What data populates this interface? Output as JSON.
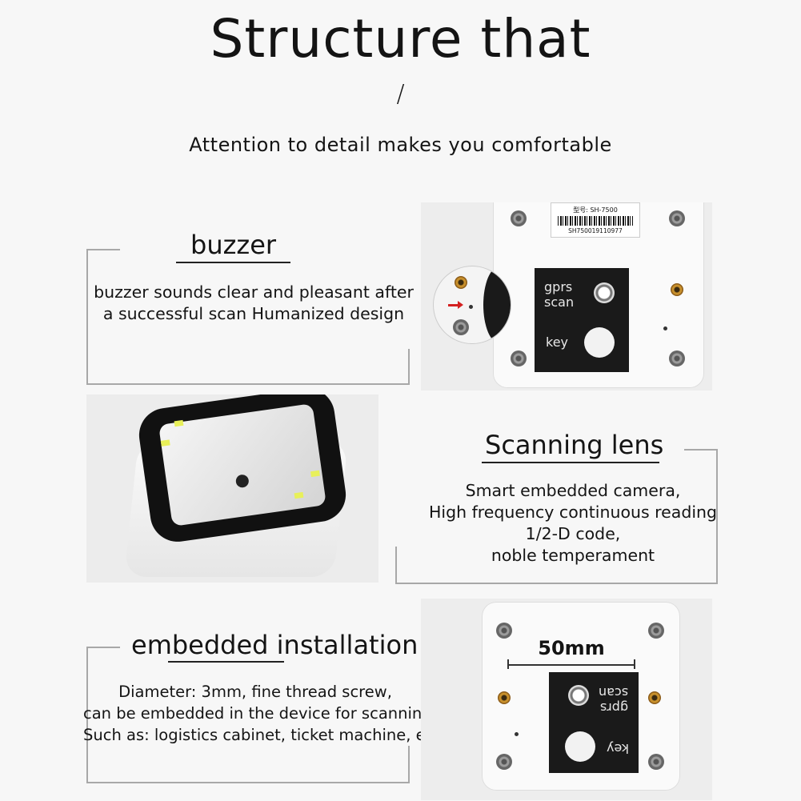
{
  "header": {
    "title": "Structure that",
    "separator": "/",
    "subtitle": "Attention to detail makes you comfortable"
  },
  "sections": {
    "buzzer": {
      "title": "buzzer",
      "lines": [
        "buzzer sounds clear and pleasant after",
        "a successful scan Humanized design"
      ]
    },
    "lens": {
      "title": "Scanning lens",
      "lines": [
        "Smart embedded camera,",
        "High frequency continuous reading",
        "1/2-D code,",
        "noble temperament"
      ]
    },
    "installation": {
      "title": "embedded installation",
      "lines": [
        "Diameter: 3mm, fine thread screw,",
        "can be embedded in the device for scanning,",
        "Such as: logistics cabinet, ticket machine, etc"
      ]
    }
  },
  "photos": {
    "back_top": {
      "model_label": "型号: SH-7500",
      "serial": "SH750019110977",
      "panel_top_label": "gprs\nscan",
      "panel_bottom_label": "key"
    },
    "back_bottom": {
      "dimension": "50mm",
      "panel_top_label": "gprs\nscan",
      "panel_bottom_label": "key"
    }
  },
  "colors": {
    "frame_line": "#a8a8a8",
    "indicator_arrow": "#d32020",
    "brass_insert": "#c8902c",
    "led": "#e8f05a"
  }
}
